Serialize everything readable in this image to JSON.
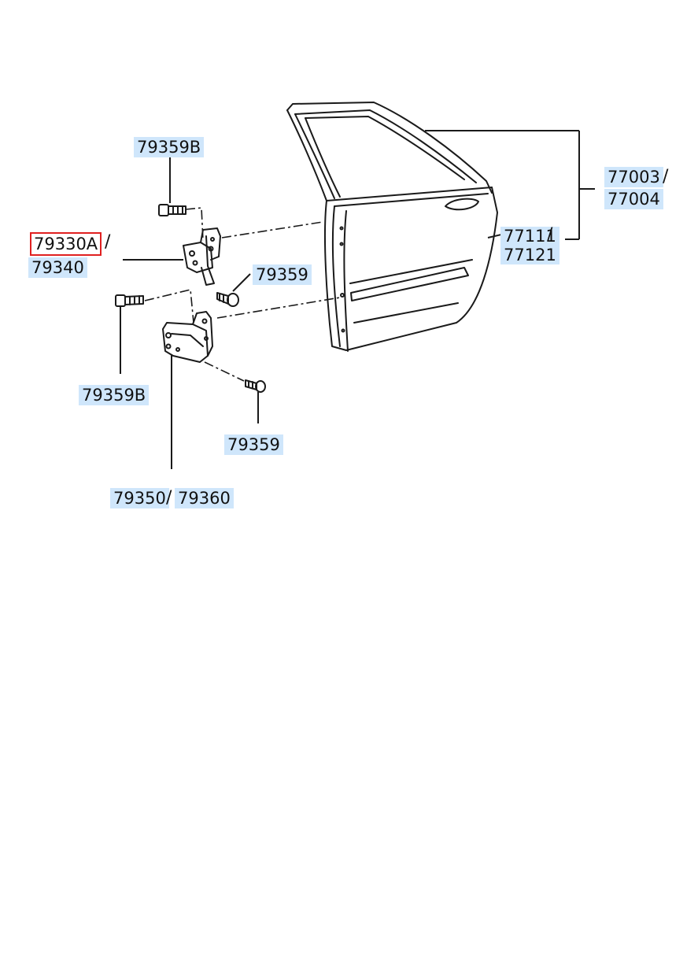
{
  "colors": {
    "label_highlight": "#cfe6fb",
    "selected_border": "#e02020",
    "line": "#1a1a1a"
  },
  "labels": {
    "bolt_upper_b": "79359B",
    "upper_hinge_a": "79330A",
    "upper_hinge_b": "79340",
    "bolt_upper": "79359",
    "bolt_lower_b": "79359B",
    "bolt_lower": "79359",
    "lower_hinge_a": "79350",
    "lower_hinge_b": "79360",
    "door_assy_a": "77003",
    "door_assy_b": "77004",
    "door_panel_a": "77111",
    "door_panel_b": "77121",
    "separator": "/"
  },
  "selected_part": "79330A"
}
